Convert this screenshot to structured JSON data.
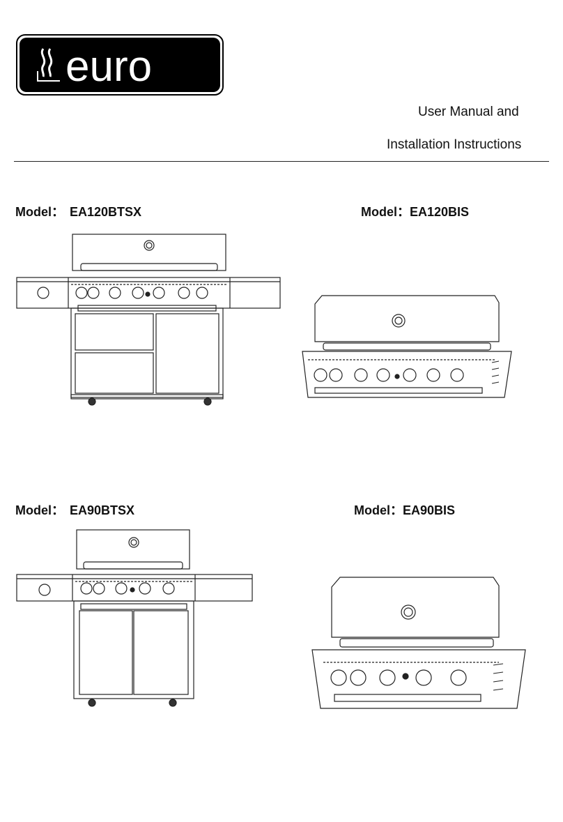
{
  "brand": {
    "logo_text": "euro",
    "logo_icon": "heat-wave-icon"
  },
  "header": {
    "title_line1": "User Manual and",
    "title_line2": "Installation Instructions"
  },
  "models": [
    {
      "label": "Model：",
      "code": "EA120BTSX",
      "drawing": "freestanding-grill-6-burner"
    },
    {
      "label": "Model：",
      "code": "EA120BIS",
      "drawing": "builtin-grill-6-burner"
    },
    {
      "label": "Model：",
      "code": "EA90BTSX",
      "drawing": "freestanding-grill-4-burner"
    },
    {
      "label": "Model：",
      "code": "EA90BIS",
      "drawing": "builtin-grill-4-burner"
    }
  ]
}
